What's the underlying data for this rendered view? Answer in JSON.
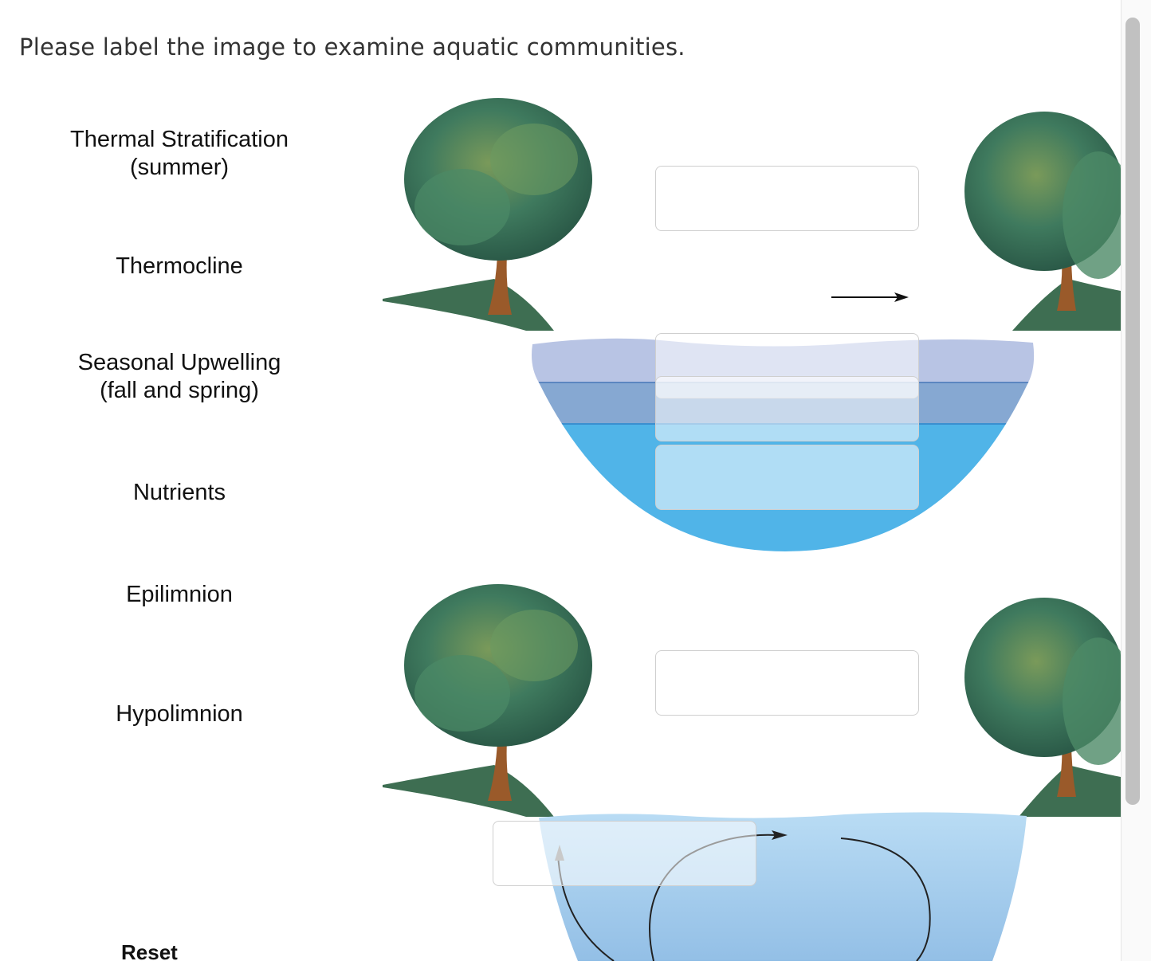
{
  "instruction": "Please label the image to examine aquatic communities.",
  "label_bank": [
    {
      "text": "Thermal Stratification\n(summer)"
    },
    {
      "text": "Thermocline"
    },
    {
      "text": "Seasonal Upwelling\n(fall and spring)"
    },
    {
      "text": "Nutrients"
    },
    {
      "text": "Epilimnion"
    },
    {
      "text": "Hypolimnion"
    }
  ],
  "reset_label": "Reset",
  "colors": {
    "epilimnion": "#b8c4e4",
    "thermocline": "#86a8d2",
    "hypolimnion": "#50b4e8",
    "mixed_lake": "#a6d0f0",
    "tree_foliage": "#3f7a5e",
    "tree_trunk": "#9a5a2a",
    "ground": "#3e6e52"
  },
  "icons": [
    "tree-icon",
    "arrow-right-icon",
    "circulation-arrow-icon"
  ]
}
